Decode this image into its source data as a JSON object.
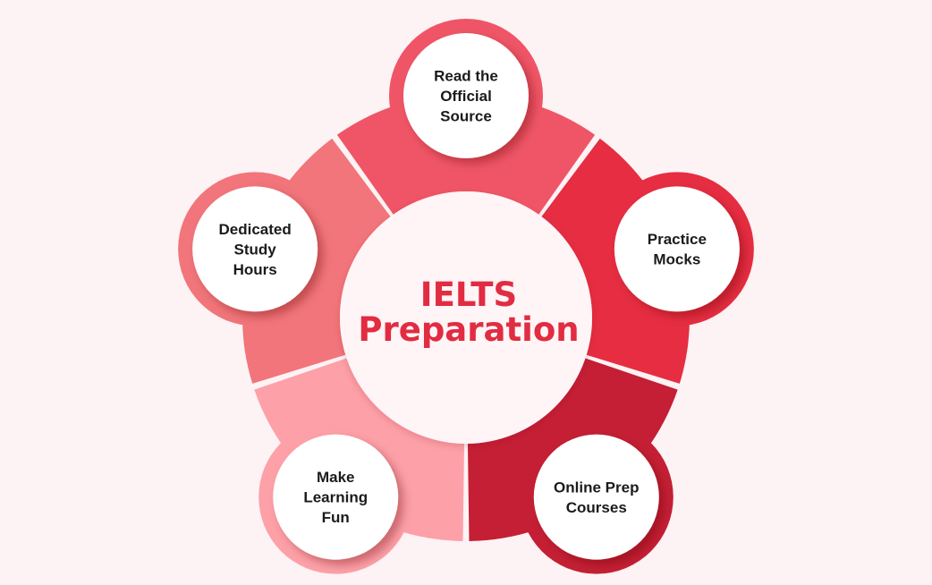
{
  "center": {
    "title_lines": [
      "IELTS",
      "Preparation"
    ],
    "title_color": "#e12c42"
  },
  "nodes": [
    {
      "id": "read-official-source",
      "label_lines": [
        "Read the",
        "Official",
        "Source"
      ],
      "segment_color": "#ef5566",
      "ring_color": "#ef5566"
    },
    {
      "id": "practice-mocks",
      "label_lines": [
        "Practice",
        "Mocks"
      ],
      "segment_color": "#e62d42",
      "ring_color": "#e62d42"
    },
    {
      "id": "online-prep-courses",
      "label_lines": [
        "Online Prep",
        "Courses"
      ],
      "segment_color": "#c41f35",
      "ring_color": "#c41f35"
    },
    {
      "id": "make-learning-fun",
      "label_lines": [
        "Make",
        "Learning",
        "Fun"
      ],
      "segment_color": "#fda0a8",
      "ring_color": "#fda0a8"
    },
    {
      "id": "dedicated-study-hours",
      "label_lines": [
        "Dedicated",
        "Study",
        "Hours"
      ],
      "segment_color": "#f1757a",
      "ring_color": "#f1757a"
    }
  ],
  "colors": {
    "background": "#fdf2f4",
    "inner_circle": "#fff4f6",
    "node_circle": "#ffffff"
  }
}
